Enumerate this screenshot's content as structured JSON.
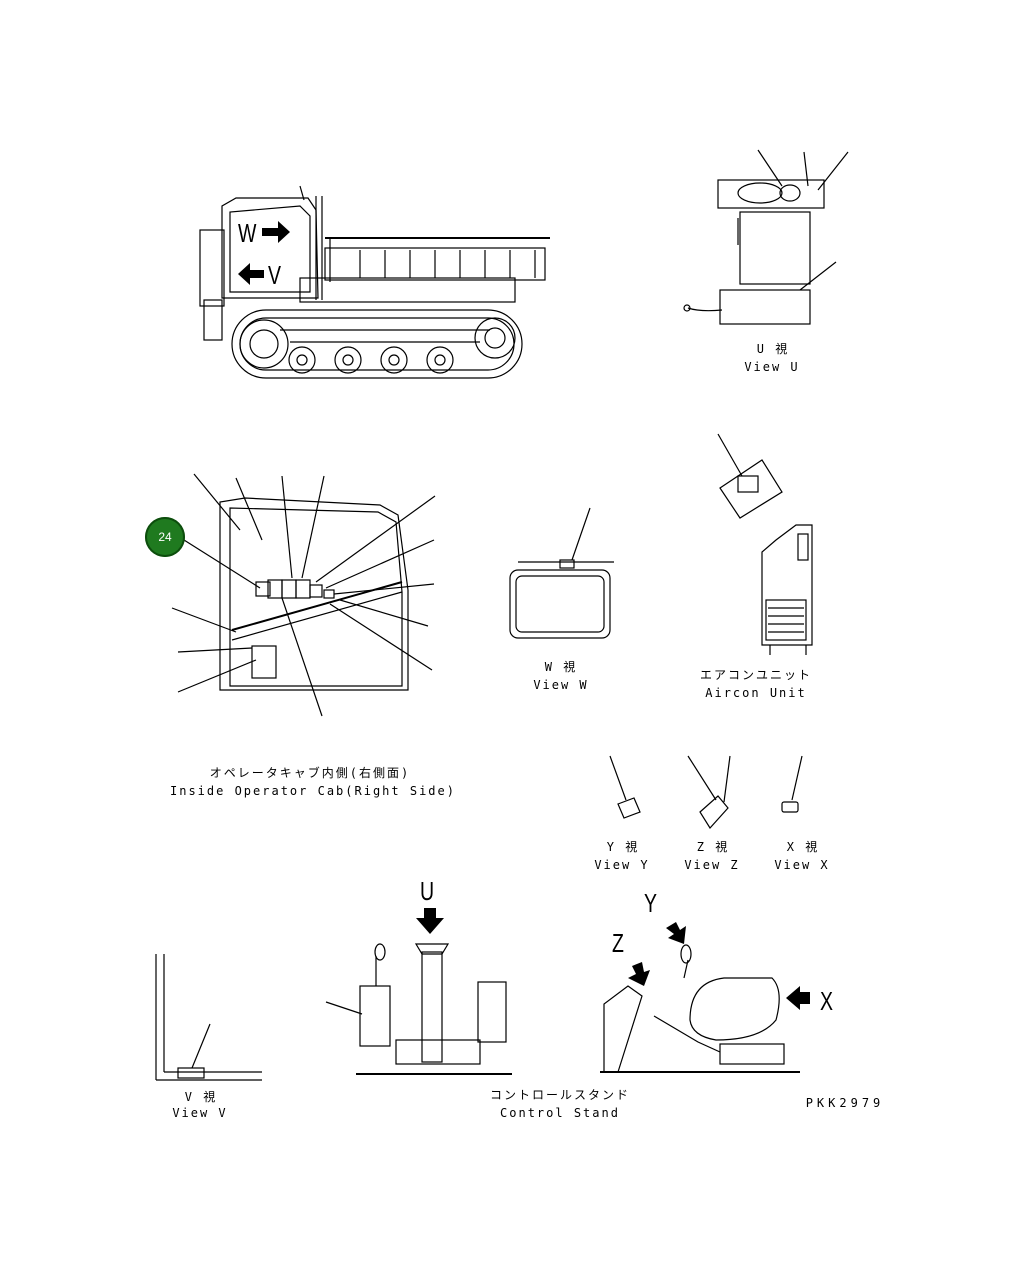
{
  "colors": {
    "badge": "#1f7a1f",
    "badge_ring": "#0d4d0d",
    "line": "#000000"
  },
  "badge": {
    "number": "24"
  },
  "views": {
    "u": {
      "jp": "U 視",
      "en": "View U"
    },
    "w": {
      "jp": "W 視",
      "en": "View W"
    },
    "y": {
      "jp": "Y 視",
      "en": "View Y"
    },
    "z": {
      "jp": "Z 視",
      "en": "View Z"
    },
    "x": {
      "jp": "X 視",
      "en": "View X"
    },
    "v": {
      "jp": "V 視",
      "en": "View V"
    }
  },
  "aircon": {
    "jp": "エアコンユニット",
    "en": "Aircon Unit"
  },
  "cab": {
    "jp": "オペレータキャブ内側(右側面)",
    "en": "Inside Operator Cab(Right Side)"
  },
  "control_stand": {
    "jp": "コントロールスタンド",
    "en": "Control Stand"
  },
  "arrow_letters": {
    "w": "W",
    "v": "V",
    "u": "U",
    "y": "Y",
    "z": "Z",
    "x": "X"
  },
  "drawing_code": "PKK2979"
}
